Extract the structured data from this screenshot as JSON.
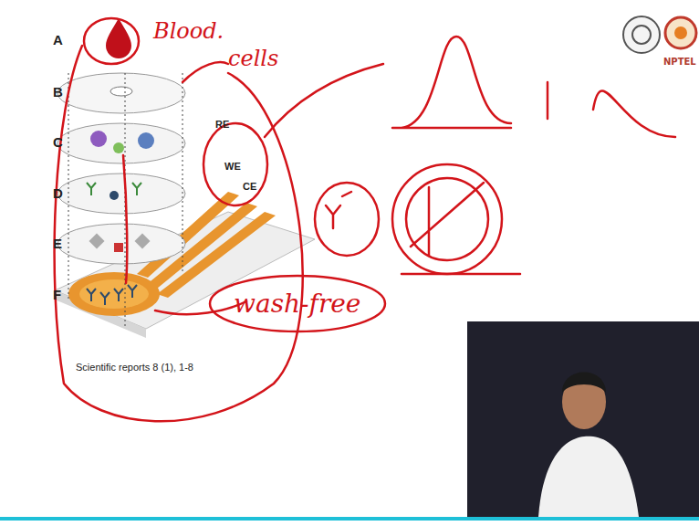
{
  "diagram": {
    "nodes": [
      {
        "text": [
          "wash-free"
        ]
      }
    ],
    "labels": [
      "A",
      "B",
      "C",
      "D",
      "E",
      "F",
      "RE",
      "WE",
      "CE",
      "Scientific reports 8 (1), 1-8",
      "Blood.",
      "cells",
      "NPTEL"
    ]
  }
}
